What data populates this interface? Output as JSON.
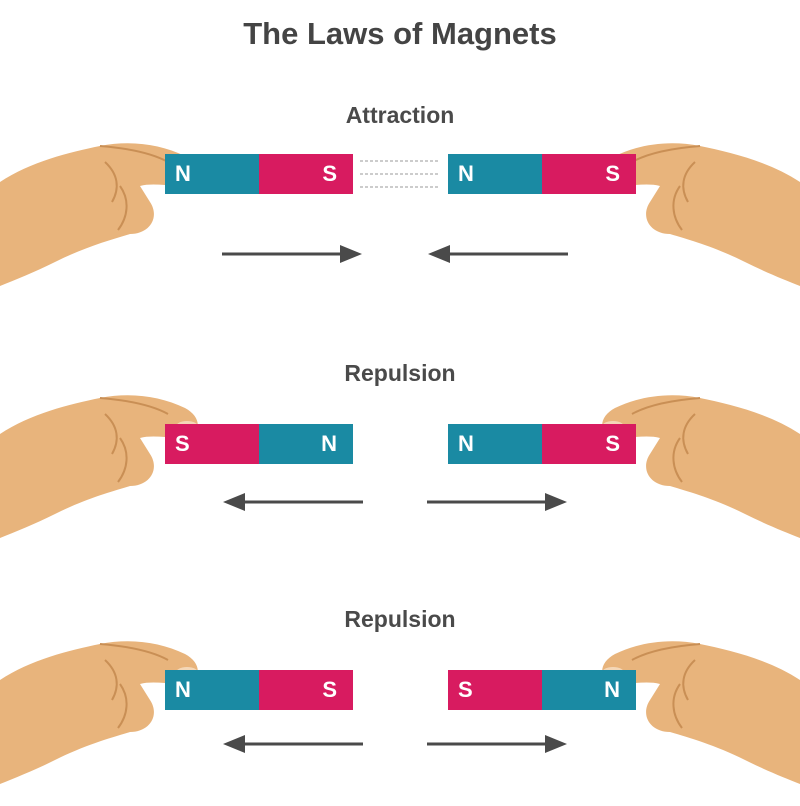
{
  "title": "The Laws of Magnets",
  "colors": {
    "north": "#1a8aa3",
    "south": "#d81b60",
    "skin": "#e8b47c",
    "skin_dark": "#c98f55",
    "arrow": "#4a4a4a",
    "text": "#444444"
  },
  "sections": [
    {
      "label": "Attraction",
      "left_magnet": {
        "first": "N",
        "second": "S"
      },
      "right_magnet": {
        "first": "N",
        "second": "S"
      },
      "arrows": "toward-center",
      "field_lines": true
    },
    {
      "label": "Repulsion",
      "left_magnet": {
        "first": "S",
        "second": "N"
      },
      "right_magnet": {
        "first": "N",
        "second": "S"
      },
      "arrows": "away-from-center",
      "field_lines": false
    },
    {
      "label": "Repulsion",
      "left_magnet": {
        "first": "N",
        "second": "S"
      },
      "right_magnet": {
        "first": "S",
        "second": "N"
      },
      "arrows": "away-from-center",
      "field_lines": false
    }
  ]
}
